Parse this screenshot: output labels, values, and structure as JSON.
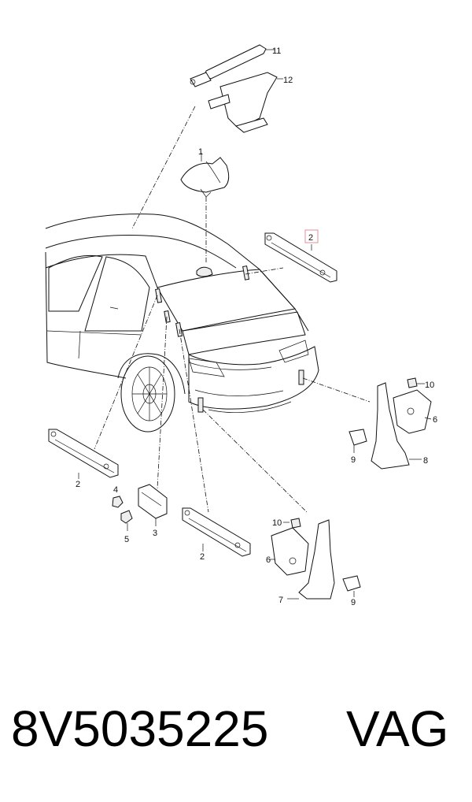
{
  "callouts": {
    "c1": "1",
    "c2_highlight": "2",
    "c2_left": "2",
    "c2_bottom": "2",
    "c3": "3",
    "c4": "4",
    "c5": "5",
    "c6_right": "6",
    "c6_bottom": "6",
    "c7": "7",
    "c8": "8",
    "c9_right": "9",
    "c9_bottom": "9",
    "c10_right": "10",
    "c10_bottom": "10",
    "c11": "11",
    "c12": "12"
  },
  "caption": {
    "part_number": "8V5035225",
    "brand": "VAG"
  },
  "colors": {
    "highlight_box": "#e8a0a8",
    "lines": "#111111"
  }
}
